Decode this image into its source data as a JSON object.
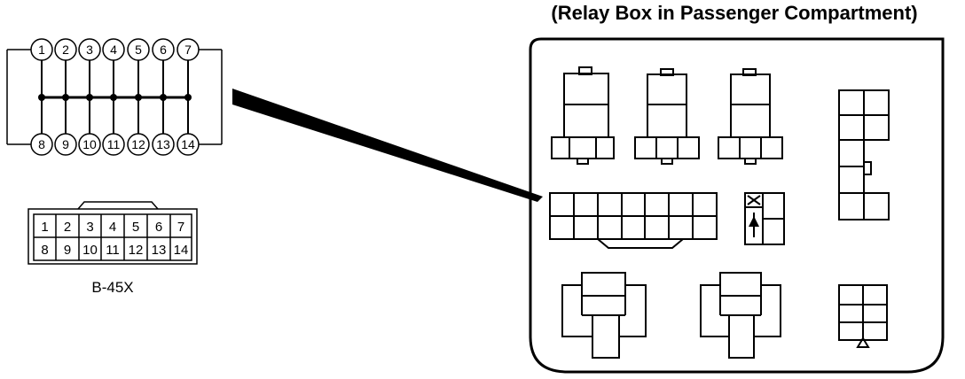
{
  "title": "(Relay Box in Passenger Compartment)",
  "connector": {
    "name": "B-45X",
    "top_pins": [
      "1",
      "2",
      "3",
      "4",
      "5",
      "6",
      "7"
    ],
    "bottom_pins": [
      "8",
      "9",
      "10",
      "11",
      "12",
      "13",
      "14"
    ]
  }
}
